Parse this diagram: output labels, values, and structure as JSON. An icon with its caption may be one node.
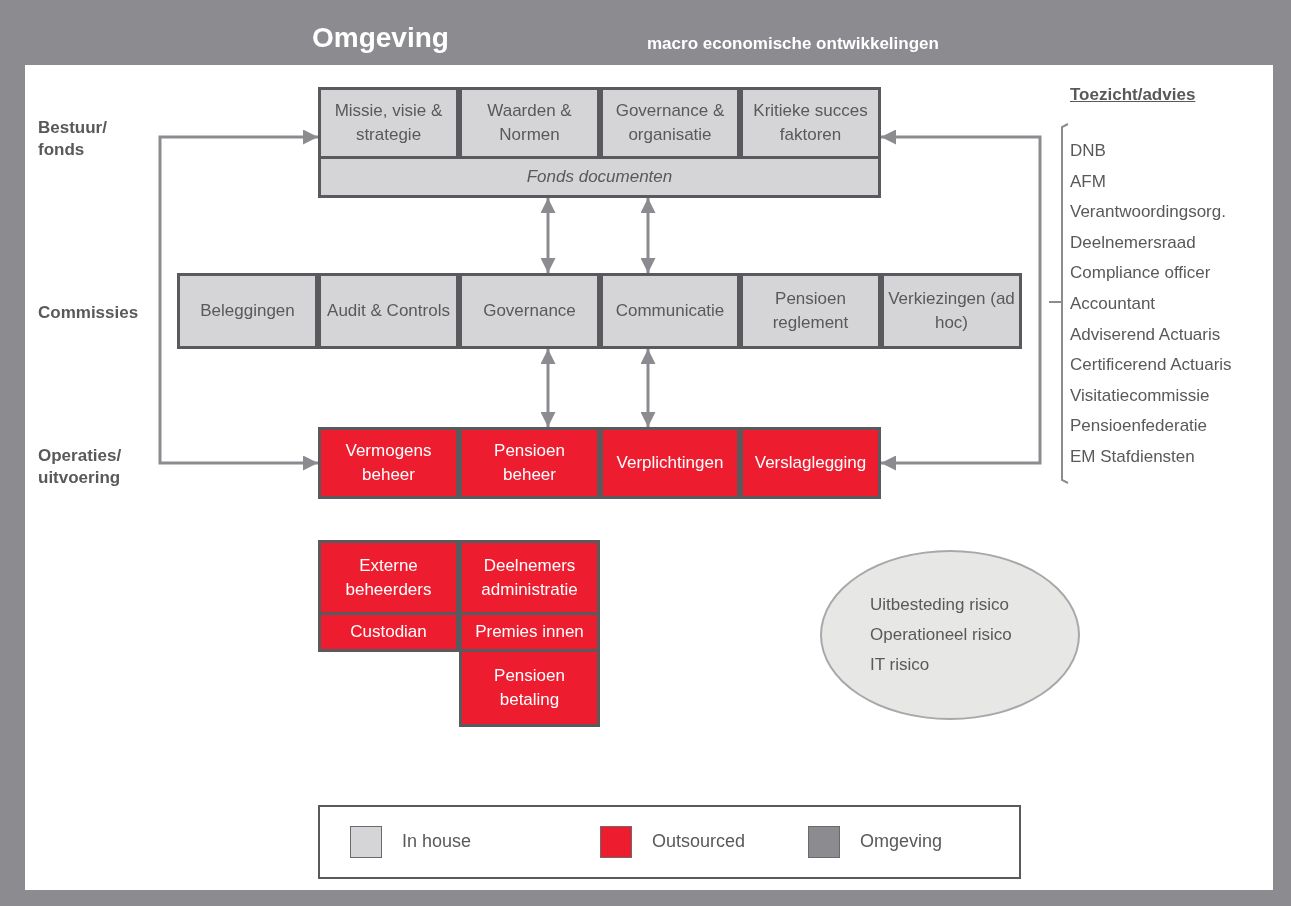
{
  "diagram": {
    "title": "Omgeving",
    "nodes": [
      {
        "text": [
          "Missie, visie & strategie"
        ]
      },
      {
        "text": [
          "Waarden & Normen"
        ]
      },
      {
        "text": [
          "Governance & organisatie"
        ]
      },
      {
        "text": [
          "Kritieke succes faktoren"
        ]
      },
      {
        "text": [
          "Fonds documenten"
        ]
      },
      {
        "text": [
          "Beleggingen"
        ]
      },
      {
        "text": [
          "Audit & Controls"
        ]
      },
      {
        "text": [
          "Governance"
        ]
      },
      {
        "text": [
          "Communicatie"
        ]
      },
      {
        "text": [
          "Pensioen reglement"
        ]
      },
      {
        "text": [
          "Verkiezingen (ad hoc)"
        ]
      },
      {
        "text": [
          "Vermogens beheer"
        ]
      },
      {
        "text": [
          "Pensioen beheer"
        ]
      },
      {
        "text": [
          "Verplichtingen"
        ]
      },
      {
        "text": [
          "Verslaglegging"
        ]
      },
      {
        "text": [
          "Externe beheerders"
        ]
      },
      {
        "text": [
          "Deelnemers administratie"
        ]
      },
      {
        "text": [
          "Custodian"
        ]
      },
      {
        "text": [
          "Premies innen"
        ]
      },
      {
        "text": [
          "Pensioen betaling"
        ]
      },
      {
        "text": [
          "Uitbesteding risico",
          "Operationeel risico",
          "IT risico"
        ]
      }
    ],
    "edges": [
      {
        "from": 0,
        "to": 11,
        "arrow": "both"
      },
      {
        "from": 3,
        "to": 14,
        "arrow": "both"
      },
      {
        "from": 4,
        "to": 7,
        "arrow": "both"
      },
      {
        "from": 4,
        "to": 8,
        "arrow": "both"
      },
      {
        "from": 7,
        "to": 12,
        "arrow": "both"
      },
      {
        "from": 8,
        "to": 13,
        "arrow": "both"
      }
    ],
    "labels": [
      "macro economische ontwikkelingen",
      "Bestuur/ fonds",
      "Commissies",
      "Operaties/ uitvoering",
      "Toezicht/advies",
      "DNB",
      "AFM",
      "Verantwoordingsorg.",
      "Deelnemersraad",
      "Compliance officer",
      "Accountant",
      "Adviserend Actuaris",
      "Certificerend Actuaris",
      "Visitatiecommissie",
      "Pensioenfederatie",
      "EM Stafdiensten"
    ],
    "legend": [
      {
        "text": "In house",
        "color": "#d5d5d7"
      },
      {
        "text": "Outsourced",
        "color": "#ed1c2e"
      },
      {
        "text": "Omgeving",
        "color": "#8c8b90"
      }
    ]
  }
}
